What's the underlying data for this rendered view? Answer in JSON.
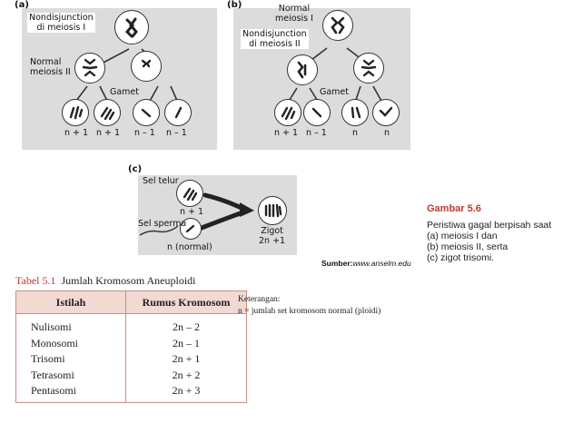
{
  "figure": {
    "panel_a": {
      "tag": "(a)",
      "nondisjunction_label": [
        "Nondisjunction",
        "di meiosis I"
      ],
      "normal_label": [
        "Normal",
        "meiosis II"
      ],
      "gamet_label": "Gamet",
      "gamete_labels": [
        "n + 1",
        "n + 1",
        "n – 1",
        "n – 1"
      ]
    },
    "panel_b": {
      "tag": "(b)",
      "normal_label": [
        "Normal",
        "meiosis I"
      ],
      "nondisjunction_label": [
        "Nondisjunction",
        "di meiosis II"
      ],
      "gamet_label": "Gamet",
      "gamete_labels": [
        "n + 1",
        "n – 1",
        "n",
        "n"
      ]
    },
    "panel_c": {
      "tag": "(c)",
      "egg_label": "Sel telur",
      "egg_value": "n + 1",
      "sperm_label": "Sel sperma",
      "sperm_value": "n (normal)",
      "zygote_label": "Zigot",
      "zygote_value": "2n +1"
    },
    "source_bold": "Sumber:",
    "source_italic": "www.anselm.edu"
  },
  "caption": {
    "title": "Gambar 5.6",
    "lines": [
      "Peristiwa gagal berpisah saat",
      "(a) meiosis I dan",
      "(b) meiosis II, serta",
      "(c) zigot trisomi."
    ]
  },
  "table": {
    "number": "Tabel 5.1",
    "title": "Jumlah Kromosom Aneuploidi",
    "headers": [
      "Istilah",
      "Rumus Kromosom"
    ],
    "rows": [
      [
        "Nulisomi",
        "2n – 2"
      ],
      [
        "Monosomi",
        "2n – 1"
      ],
      [
        "Trisomi",
        "2n + 1"
      ],
      [
        "Tetrasomi",
        "2n + 2"
      ],
      [
        "Pentasomi",
        "2n + 3"
      ]
    ]
  },
  "notes": {
    "heading": "Keterangan:",
    "text": "n = jumlah set kromosom normal (ploidi)"
  },
  "colors": {
    "panel_bg": "#dcdcdc",
    "caption_title": "#c0392b",
    "table_header_bg": "#f2d9d2",
    "table_border": "#c98f82"
  }
}
